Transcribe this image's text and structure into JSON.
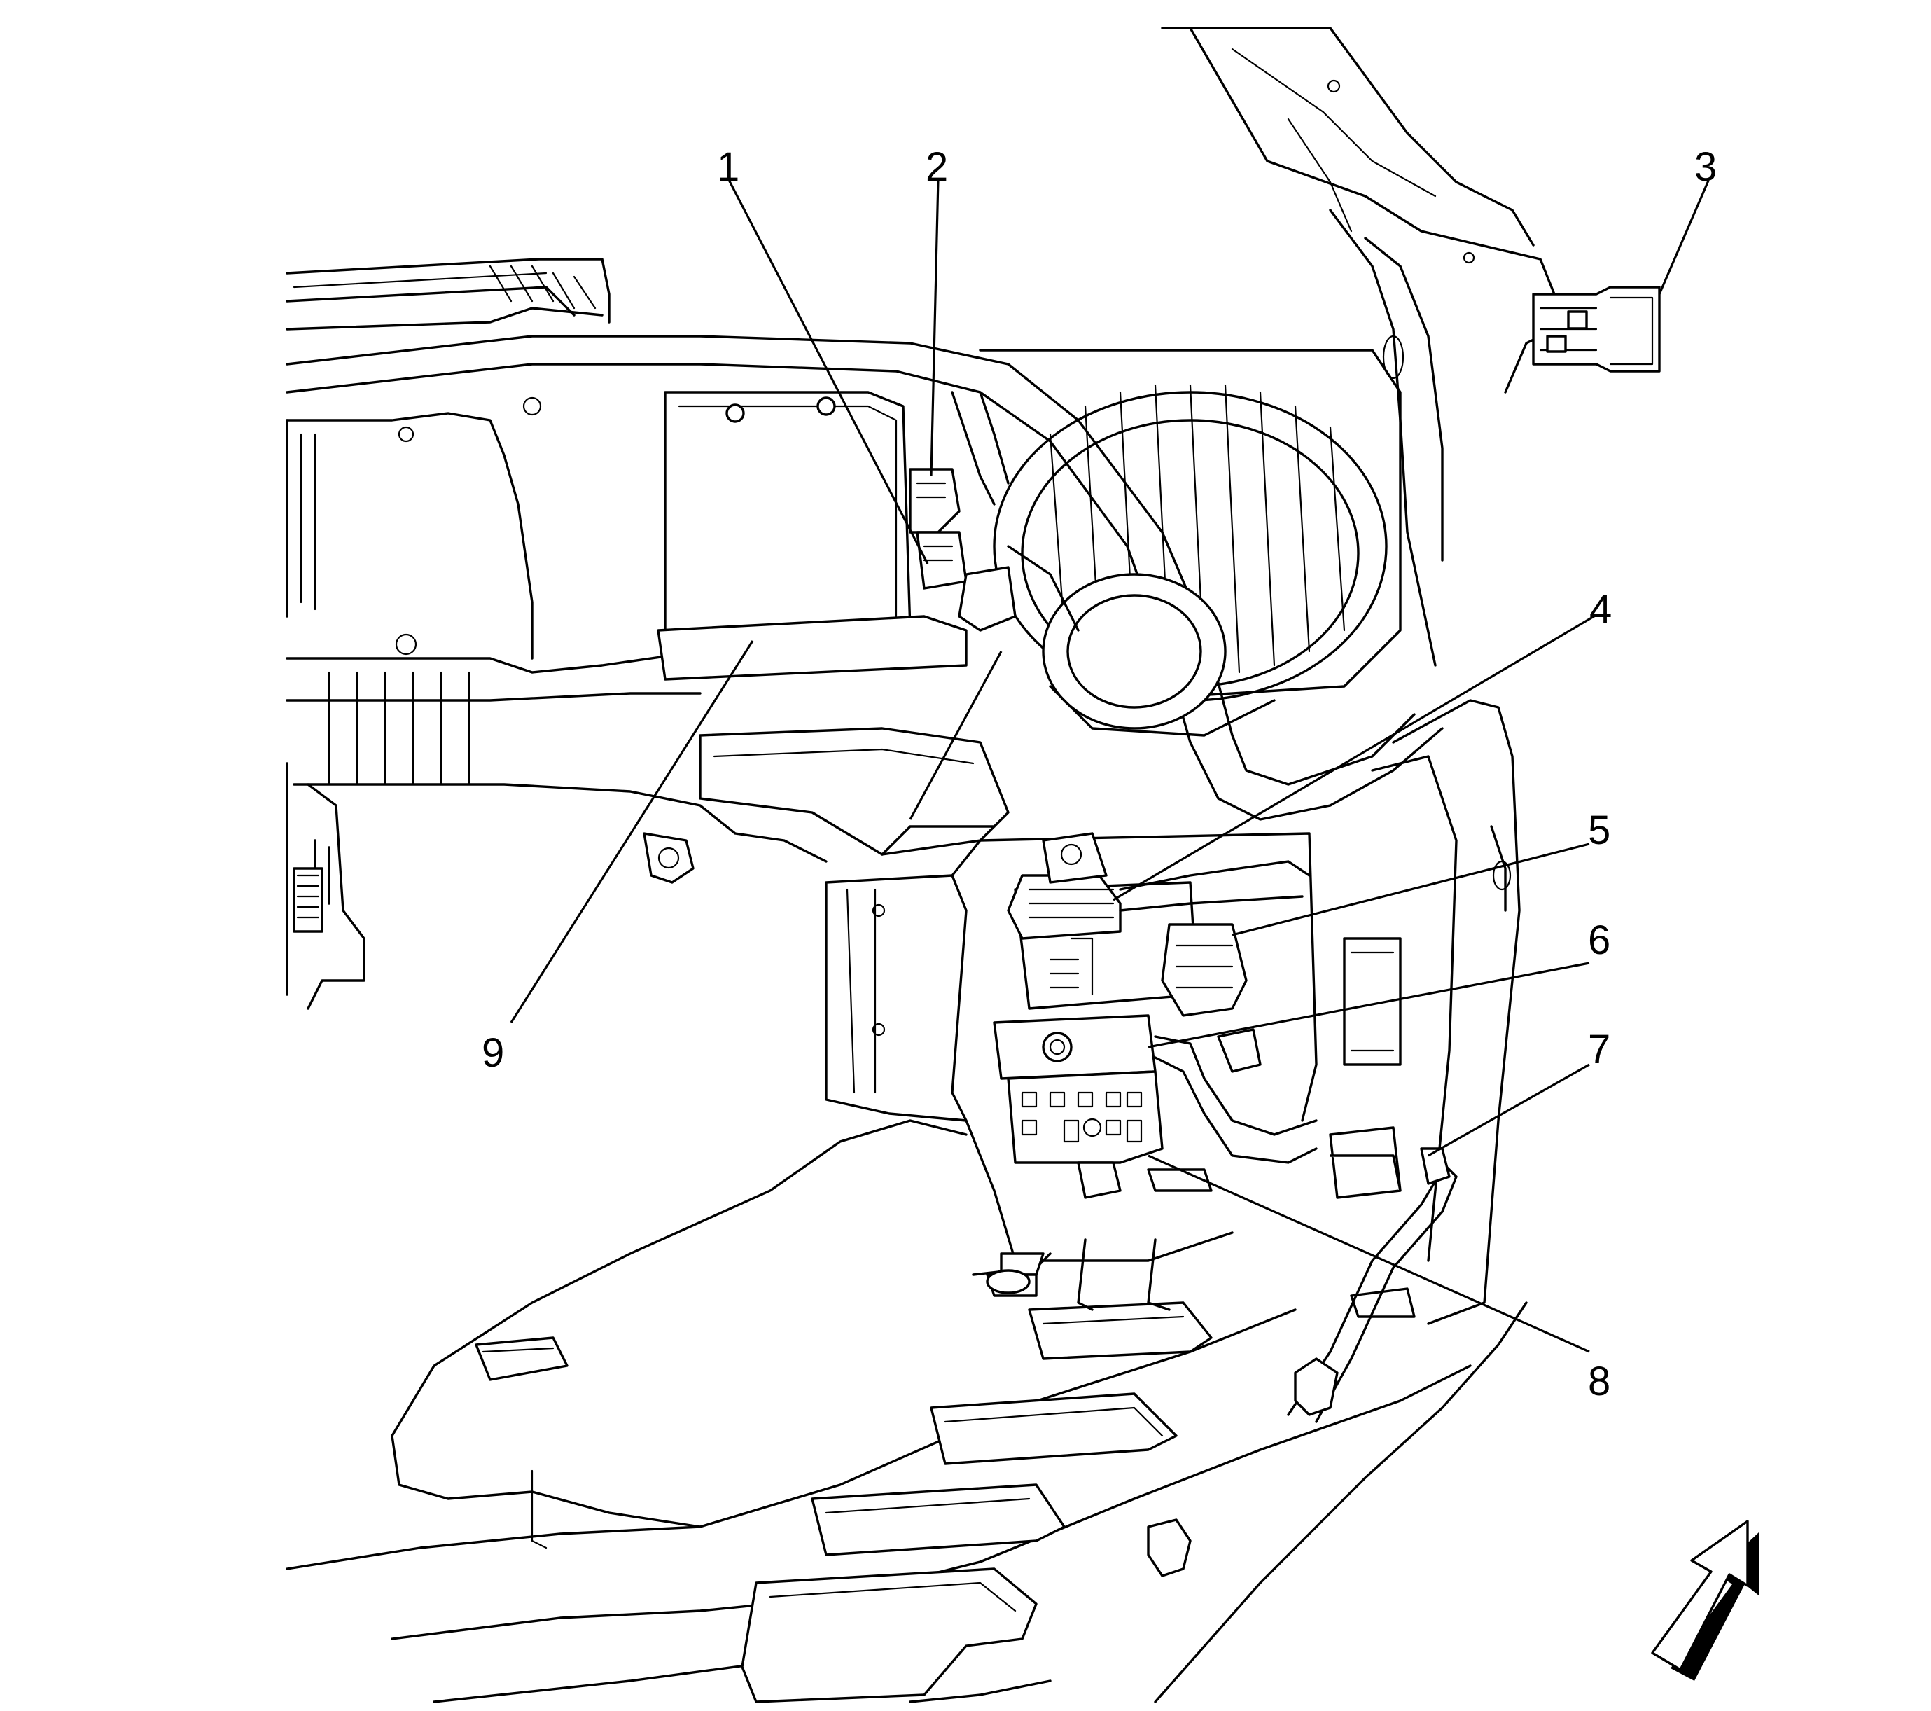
{
  "colors": {
    "line": "#000000",
    "background": "#ffffff"
  },
  "callouts": [
    {
      "id": "1",
      "label": "1"
    },
    {
      "id": "2",
      "label": "2"
    },
    {
      "id": "3",
      "label": "3"
    },
    {
      "id": "4",
      "label": "4"
    },
    {
      "id": "5",
      "label": "5"
    },
    {
      "id": "6",
      "label": "6"
    },
    {
      "id": "7",
      "label": "7"
    },
    {
      "id": "8",
      "label": "8"
    },
    {
      "id": "9",
      "label": "9"
    }
  ],
  "icons": {
    "view_arrow": "view-direction-arrow-icon"
  }
}
